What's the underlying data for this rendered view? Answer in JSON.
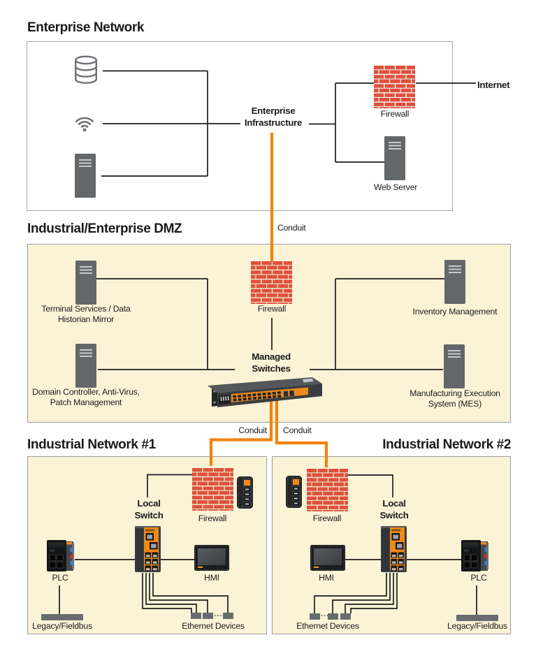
{
  "colors": {
    "panel_cream": "#fbf3d6",
    "conduit_orange": "#f0830f",
    "brick_red": "#e0513c",
    "device_gray": "#64676a",
    "line_black": "#1c1c1c",
    "switch_orange": "#ee8a17"
  },
  "icons": [
    "database-icon",
    "wifi-icon",
    "server-icon",
    "firewall-brick-icon",
    "web-server-icon",
    "managed-switch-icon",
    "local-switch-icon",
    "plc-icon",
    "hmi-icon",
    "security-appliance-icon",
    "ethernet-device-icon",
    "fieldbus-bar-icon"
  ],
  "sections": {
    "enterprise": {
      "title": "Enterprise Network",
      "infrastructure_label": "Enterprise Infrastructure",
      "firewall_label": "Firewall",
      "internet_label": "Internet",
      "web_server_label": "Web Server"
    },
    "dmz": {
      "title": "Industrial/Enterprise DMZ",
      "conduit_labels": {
        "top": "Conduit",
        "left": "Conduit",
        "right": "Conduit"
      },
      "firewall_label": "Firewall",
      "terminal_services_label": "Terminal Services / Data Historian Mirror",
      "domain_controller_label": "Domain Controller, Anti-Virus, Patch Management",
      "inventory_label": "Inventory Management",
      "mes_label": "Manufacturing Execution System (MES)",
      "managed_switches_label": "Managed Switches"
    },
    "industrial1": {
      "title": "Industrial Network #1",
      "firewall_label": "Firewall",
      "local_switch_label": "Local Switch",
      "plc_label": "PLC",
      "hmi_label": "HMI",
      "legacy_fieldbus_label": "Legacy/Fieldbus",
      "ethernet_devices_label": "Ethernet Devices",
      "ellipsis": "..."
    },
    "industrial2": {
      "title": "Industrial Network #2",
      "firewall_label": "Firewall",
      "local_switch_label": "Local Switch",
      "plc_label": "PLC",
      "hmi_label": "HMI",
      "legacy_fieldbus_label": "Legacy/Fieldbus",
      "ethernet_devices_label": "Ethernet Devices",
      "ellipsis": "..."
    }
  }
}
